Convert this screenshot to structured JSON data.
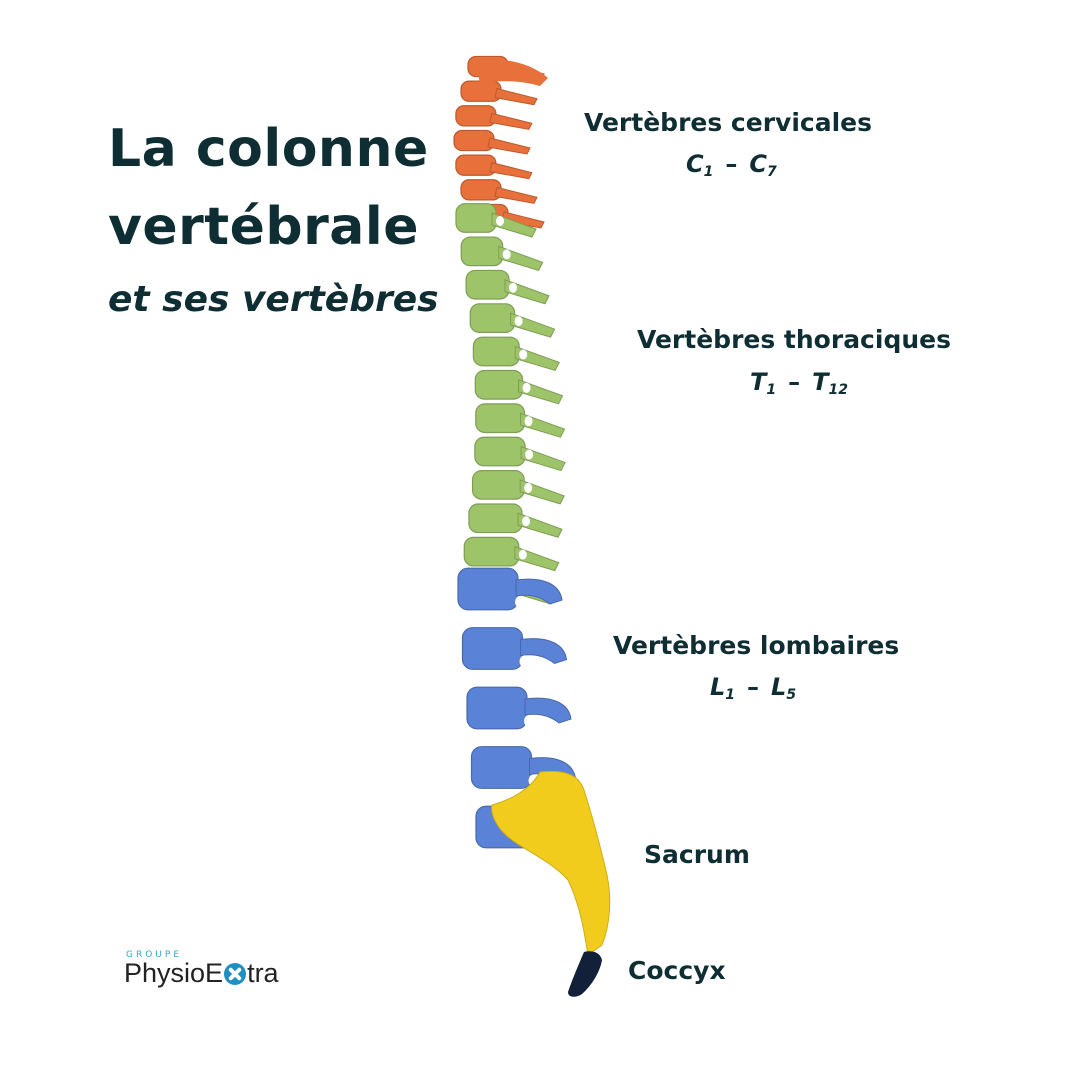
{
  "title": {
    "line1": "La colonne",
    "line2": "vertébrale",
    "line3": "et ses vertèbres"
  },
  "regions": [
    {
      "name": "Vertèbres cervicales",
      "letter": "C",
      "from": "1",
      "to": "7",
      "color": "#e8703a"
    },
    {
      "name": "Vertèbres thoraciques",
      "letter": "T",
      "from": "1",
      "to": "12",
      "color": "#9ec46a"
    },
    {
      "name": "Vertèbres lombaires",
      "letter": "L",
      "from": "1",
      "to": "5",
      "color": "#5a82d6"
    },
    {
      "name": "Sacrum",
      "color": "#f2cc1c"
    },
    {
      "name": "Coccyx",
      "color": "#13203a"
    }
  ],
  "logo": {
    "groupe": "GROUPE",
    "brand_left": "PhysioE",
    "brand_right": "tra",
    "icon": "x-cross-circle-icon"
  }
}
